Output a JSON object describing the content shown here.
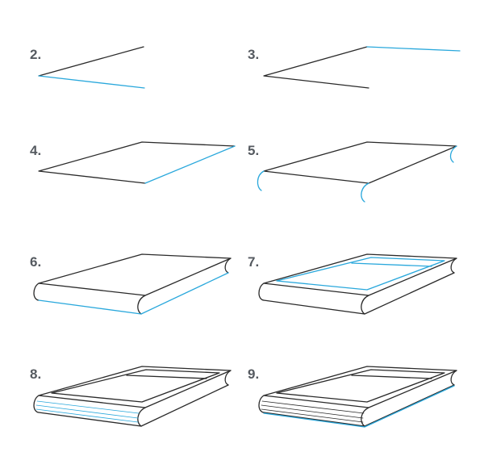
{
  "colors": {
    "ink": "#2a2a2a",
    "new_line": "#2aa8dc",
    "label": "#555a60",
    "background": "#ffffff"
  },
  "steps": [
    {
      "label": "2."
    },
    {
      "label": "3."
    },
    {
      "label": "4."
    },
    {
      "label": "5."
    },
    {
      "label": "6."
    },
    {
      "label": "7."
    },
    {
      "label": "8."
    },
    {
      "label": "9."
    }
  ]
}
